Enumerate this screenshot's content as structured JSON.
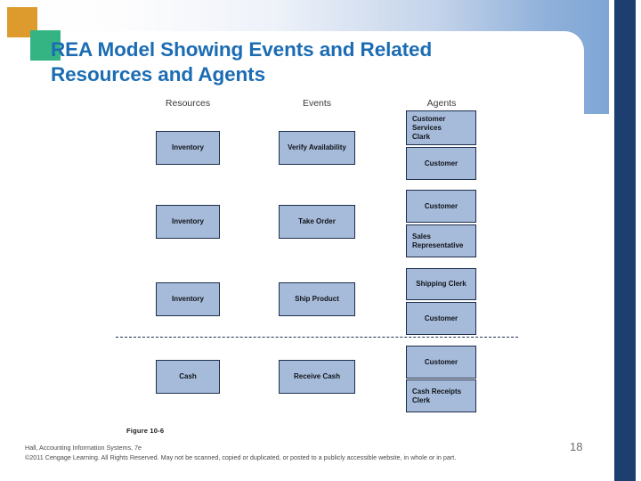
{
  "slide": {
    "title": "REA Model Showing Events and Related Resources and Agents",
    "page_number": "18",
    "title_color": "#1b6cb3",
    "accent_orange": "#dd9b2e",
    "accent_green": "#35b483",
    "band_blue": "#7ea6d5",
    "rail_navy": "#1c3f6f",
    "node_fill": "#a6bbd9",
    "node_border": "#1e2f4d"
  },
  "diagram": {
    "columns": [
      {
        "label": "Resources"
      },
      {
        "label": "Events"
      },
      {
        "label": "Agents"
      }
    ],
    "resources": [
      {
        "label": "Inventory"
      },
      {
        "label": "Inventory"
      },
      {
        "label": "Inventory"
      },
      {
        "label": "Cash"
      }
    ],
    "events": [
      {
        "label": "Verify Availability"
      },
      {
        "label": "Take Order"
      },
      {
        "label": "Ship Product"
      },
      {
        "label": "Receive Cash"
      }
    ],
    "agents": [
      {
        "line1": "Customer Services",
        "line2": "Clark"
      },
      {
        "line1": "Customer",
        "line2": ""
      },
      {
        "line1": "Customer",
        "line2": ""
      },
      {
        "line1": "Sales",
        "line2": "Representative"
      },
      {
        "line1": "Shipping Clerk",
        "line2": ""
      },
      {
        "line1": "Customer",
        "line2": ""
      },
      {
        "line1": "Customer",
        "line2": ""
      },
      {
        "line1": "Cash Receipts",
        "line2": "Clerk"
      }
    ]
  },
  "footer": {
    "figure_caption": "Figure 10-6",
    "credit_line1": "Hall, Accounting Information Systems, 7e",
    "credit_line2": "©2011 Cengage Learning. All Rights Reserved. May not be scanned, copied or duplicated, or posted to a publicly accessible website, in whole or in part."
  }
}
